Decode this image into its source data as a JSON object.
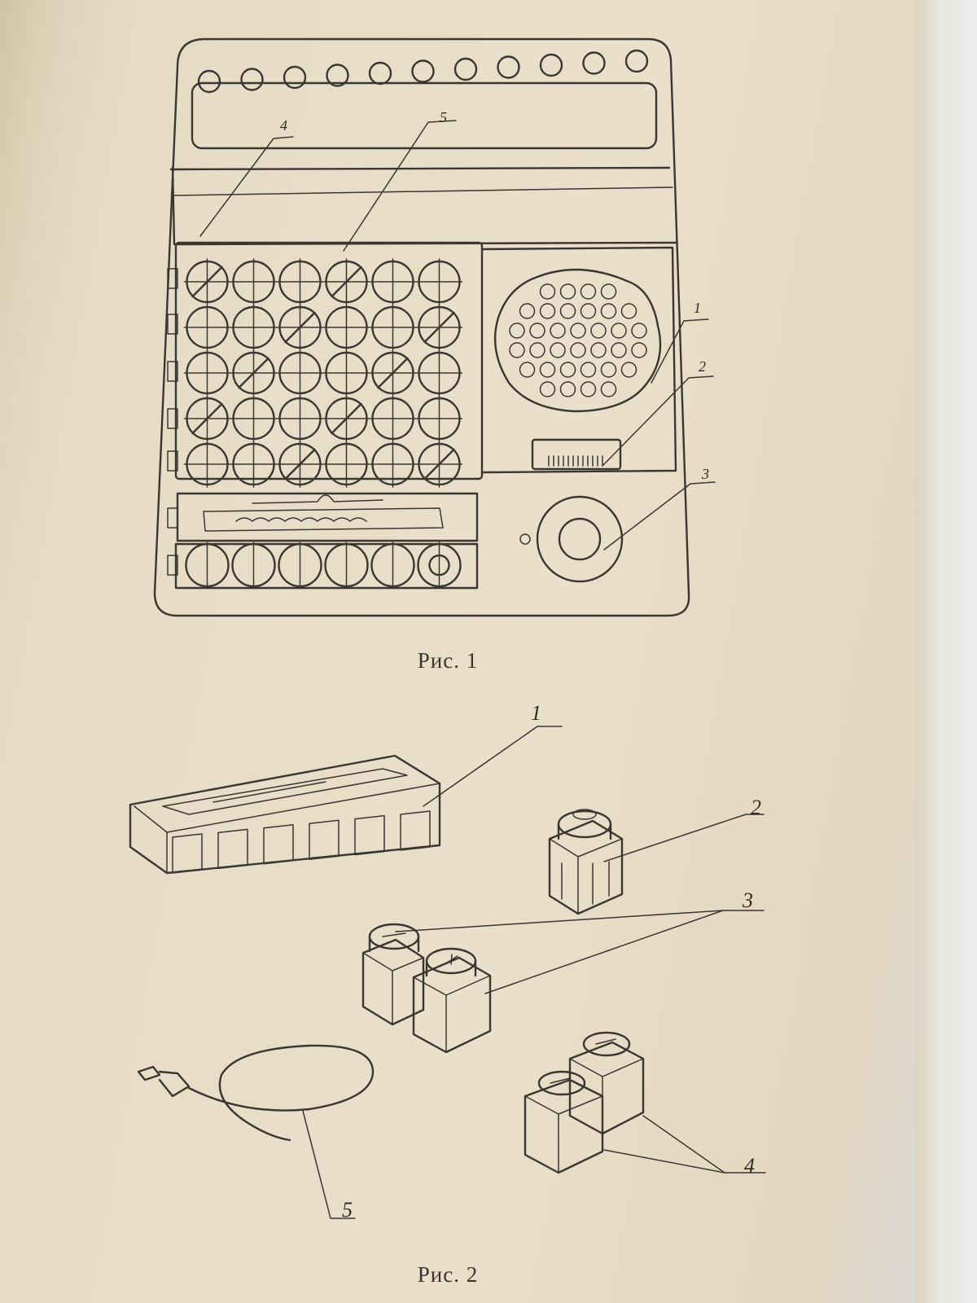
{
  "figure1": {
    "caption": "Рис. 1",
    "callouts": [
      "1",
      "2",
      "3",
      "4",
      "5"
    ]
  },
  "figure2": {
    "caption": "Рис. 2",
    "callouts": [
      "1",
      "2",
      "3",
      "4",
      "5"
    ]
  }
}
